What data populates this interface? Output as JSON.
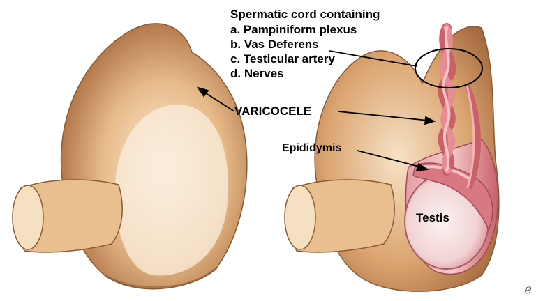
{
  "labels": {
    "cord_title": "Spermatic cord containing",
    "cord_items": [
      "a. Pampiniform plexus",
      "b. Vas Deferens",
      "c. Testicular artery",
      "d. Nerves"
    ],
    "varicocele": "VARICOCELE",
    "epididymis": "Epididymis",
    "testis": "Testis"
  },
  "colors": {
    "skin_light": "#f3d9b6",
    "skin_mid": "#d9a06c",
    "skin_dark": "#a86a3e",
    "vein": "#c9606a",
    "vein_light": "#f0b4b4",
    "testis_fill": "#f7e6e6",
    "epididymis": "#d97882",
    "outline": "#000000"
  },
  "icons": {
    "corner": "edge-e-icon"
  }
}
